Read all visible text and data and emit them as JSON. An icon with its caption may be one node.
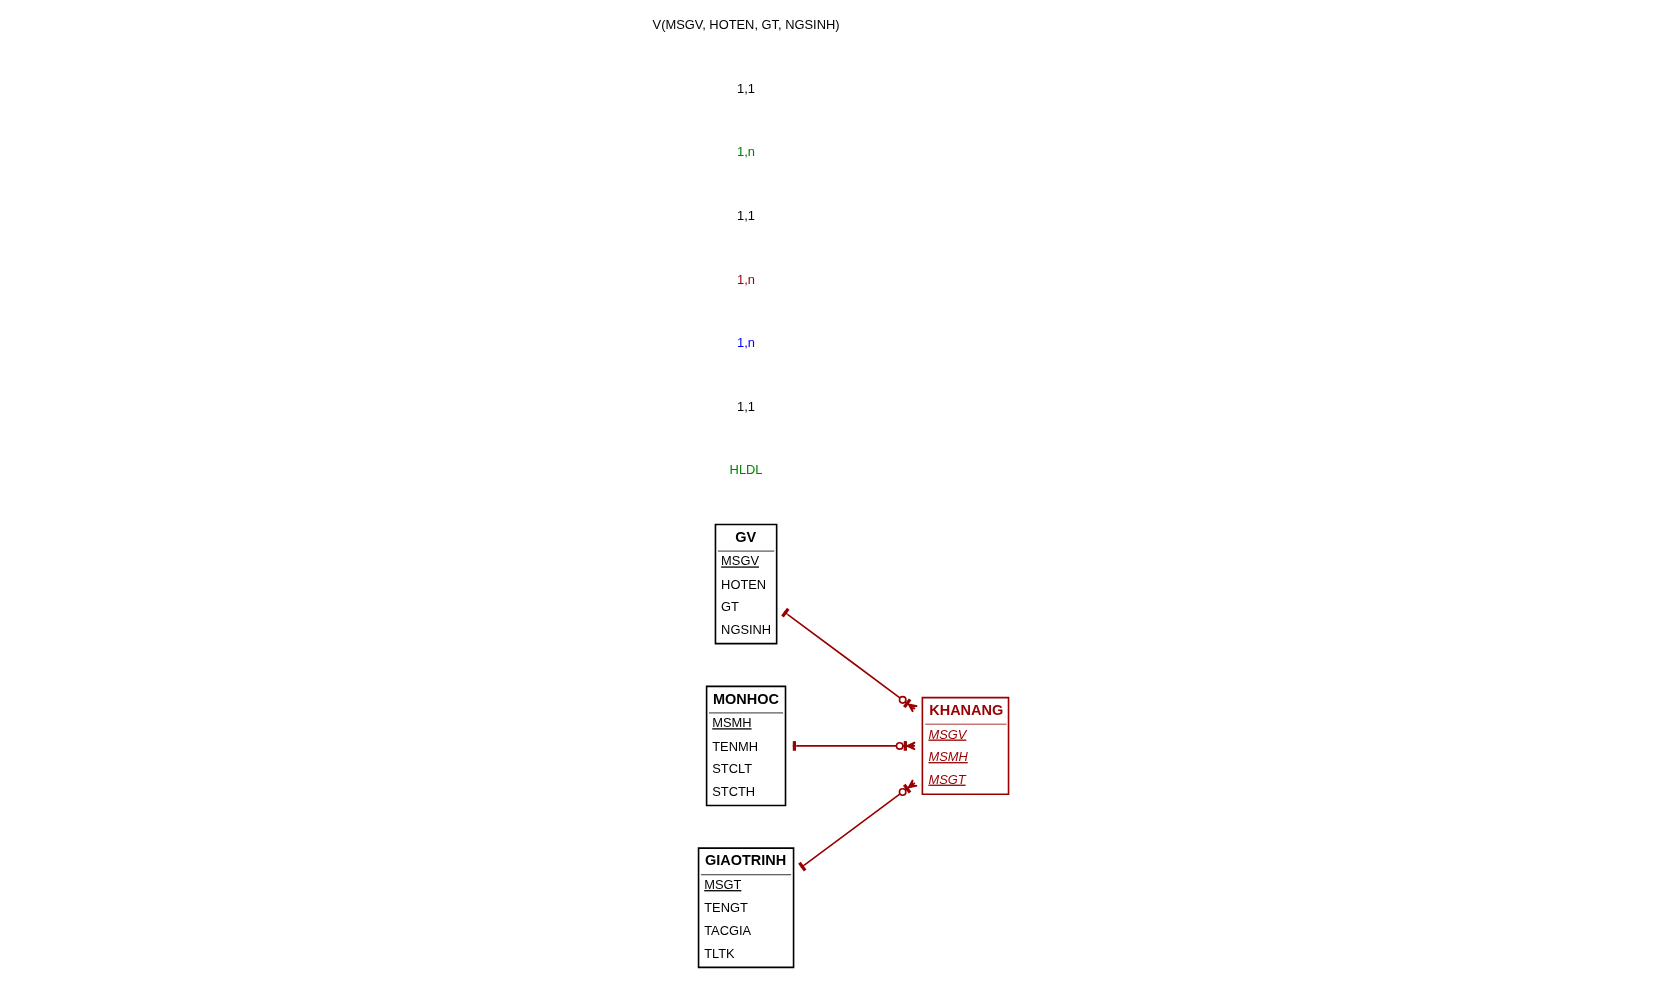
{
  "diagram": {
    "nodes": [
      {
        "text": [
          "GV",
          "MSGV",
          "HOTEN",
          "GT",
          "NGSINH"
        ]
      },
      {
        "text": [
          "KHANANG",
          "MSGV",
          "MSMH",
          "MSGT"
        ]
      },
      {
        "text": [
          "MONHOC",
          "MSMH",
          "TENMH",
          "STCLT",
          "STCTH"
        ]
      },
      {
        "text": [
          "GIAOTRINH",
          "MSGT",
          "TENGT",
          "TACGIA",
          "TLTK"
        ]
      }
    ],
    "edges": [
      {
        "from": 0,
        "to": 1,
        "arrow": "other"
      },
      {
        "from": 2,
        "to": 1,
        "arrow": "other"
      },
      {
        "from": 3,
        "to": 1,
        "arrow": "other"
      }
    ],
    "labels": [
      "HLDL",
      "1,1",
      "1,n",
      "1,n",
      "1,1",
      "1,n",
      "1,1",
      "V(MSGV, HOTEN, GT, NGSINH)"
    ]
  }
}
